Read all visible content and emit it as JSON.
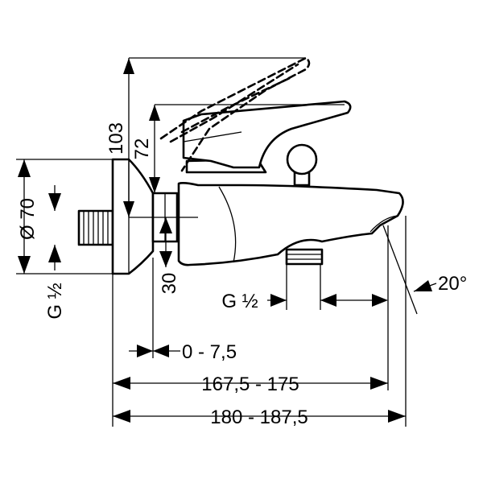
{
  "colors": {
    "line": "#000000",
    "background": "#ffffff"
  },
  "dimensions": {
    "height_lever_raised": "103",
    "height_lever": "72",
    "inlet_diameter": "Ø 70",
    "inlet_thread": "G ½",
    "spout_height": "30",
    "outlet_thread": "G ½",
    "spout_angle": "20°",
    "adjust_range": "0 - 7,5",
    "length_min": "167,5 - 175",
    "length_total": "180 - 187,5"
  }
}
